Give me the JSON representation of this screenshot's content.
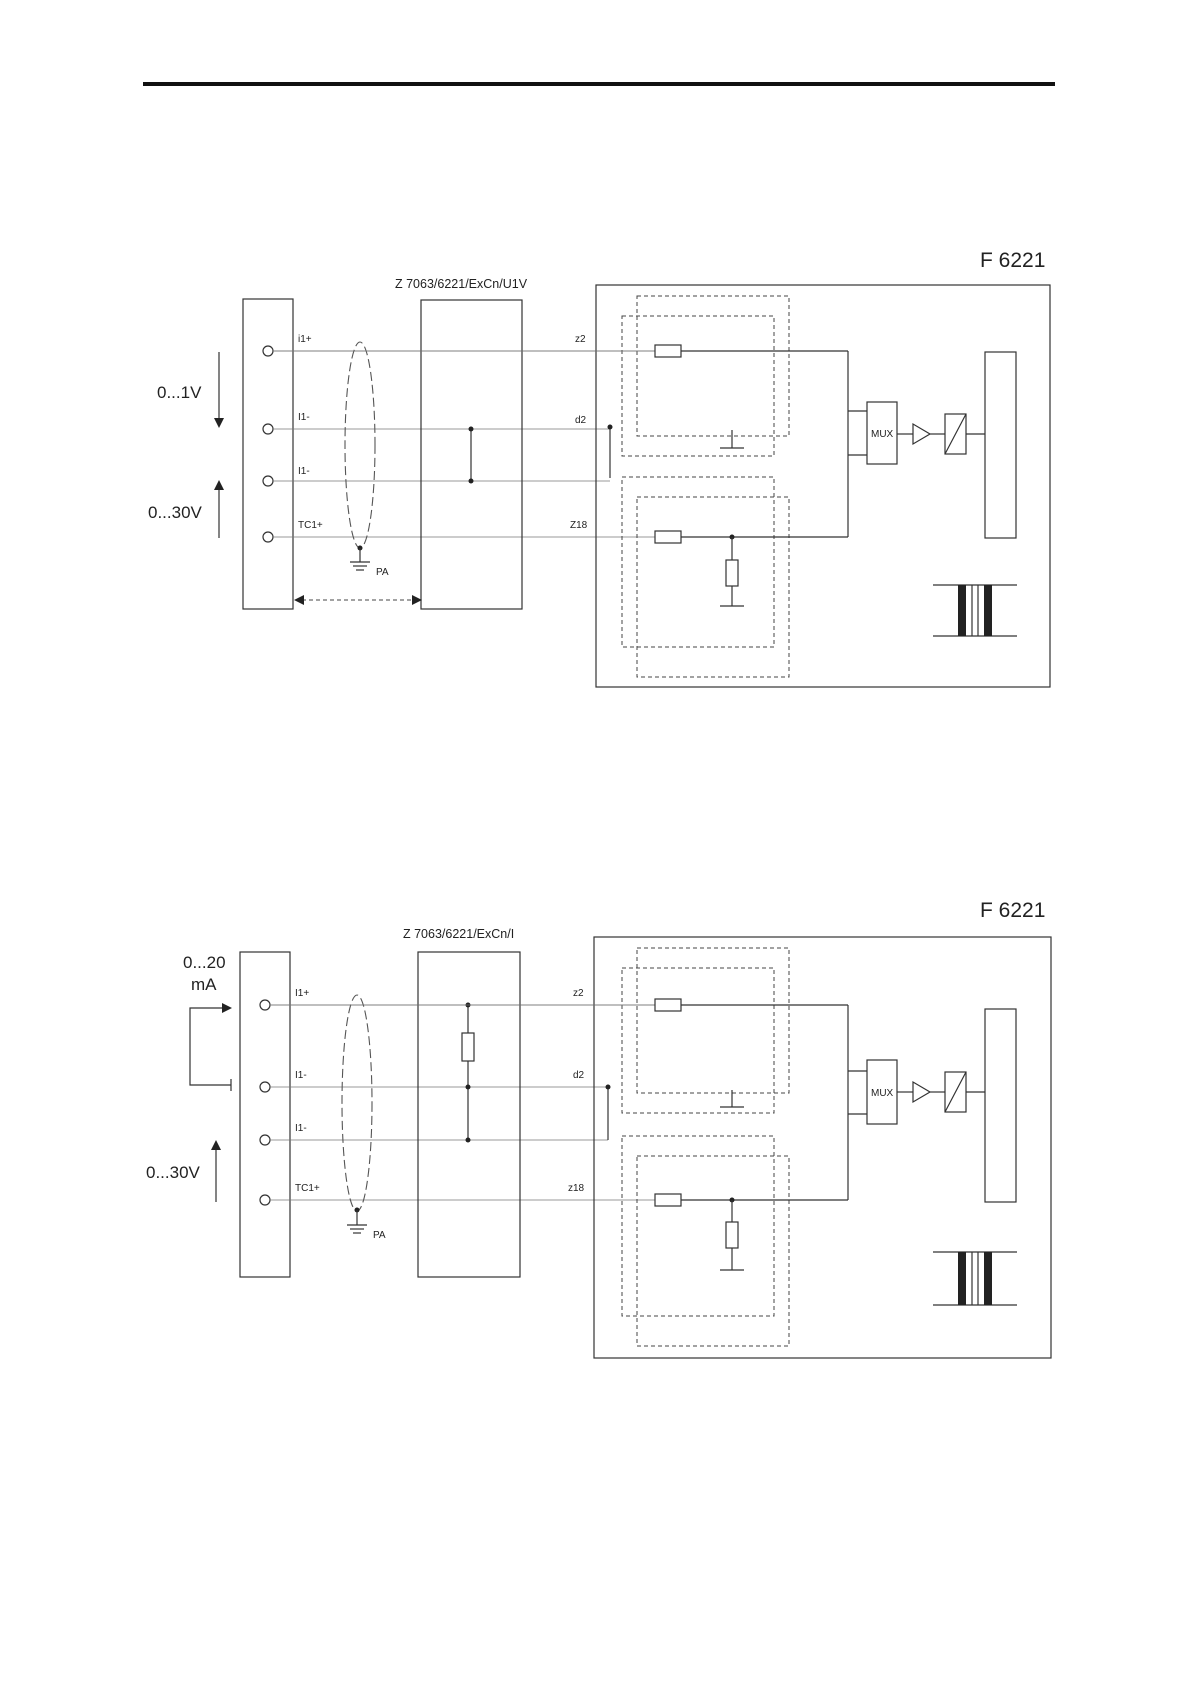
{
  "diagram1": {
    "module_label": "F 6221",
    "adapter_label": "Z 7063/6221/ExCn/U1V",
    "terminals": [
      "i1+",
      "I1-",
      "I1-",
      "TC1+"
    ],
    "pins": [
      "z2",
      "d2",
      "Z18"
    ],
    "range_upper": "0...1V",
    "range_lower": "0...30V",
    "ground_label": "PA",
    "mux_label": "MUX"
  },
  "diagram2": {
    "module_label": "F 6221",
    "adapter_label": "Z 7063/6221/ExCn/I",
    "terminals": [
      "I1+",
      "I1-",
      "I1-",
      "TC1+"
    ],
    "pins": [
      "z2",
      "d2",
      "z18"
    ],
    "range_upper": "0...20\nmA",
    "range_upper_line1": "0...20",
    "range_upper_line2": "mA",
    "range_lower": "0...30V",
    "ground_label": "PA",
    "mux_label": "MUX"
  }
}
